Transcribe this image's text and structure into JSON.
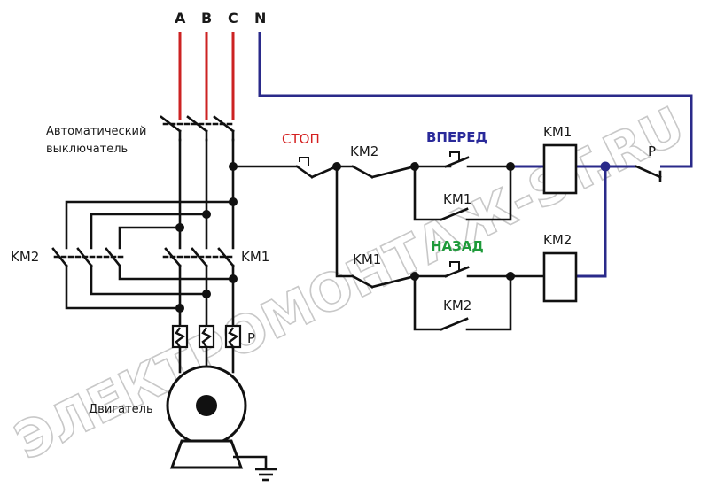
{
  "phases": {
    "a": "A",
    "b": "B",
    "c": "C",
    "n": "N"
  },
  "labels": {
    "breaker_line1": "Автоматический",
    "breaker_line2": "выключатель",
    "stop": "СТОП",
    "forward": "ВПЕРЕД",
    "backward": "НАЗАД",
    "km2_left": "KM2",
    "km1_power": "KM1",
    "km2_ctrl_top": "KM2",
    "km1_hold": "KM1",
    "km1_ctrl_bottom": "KM1",
    "km2_hold": "KM2",
    "km1_coil": "KM1",
    "km2_coil": "KM2",
    "relay_contact": "P",
    "relay_thermal": "P",
    "motor": "Двигатель"
  },
  "watermark": "ЭЛЕКТРОМОНТАЖ-ST.RU",
  "colors": {
    "phase_red": "#cc2222",
    "neutral_blue": "#2a2a8a",
    "stop_red": "#d42020",
    "forward_blue": "#2a2a9a",
    "backward_green": "#1e9a3a",
    "wire": "#111111"
  }
}
